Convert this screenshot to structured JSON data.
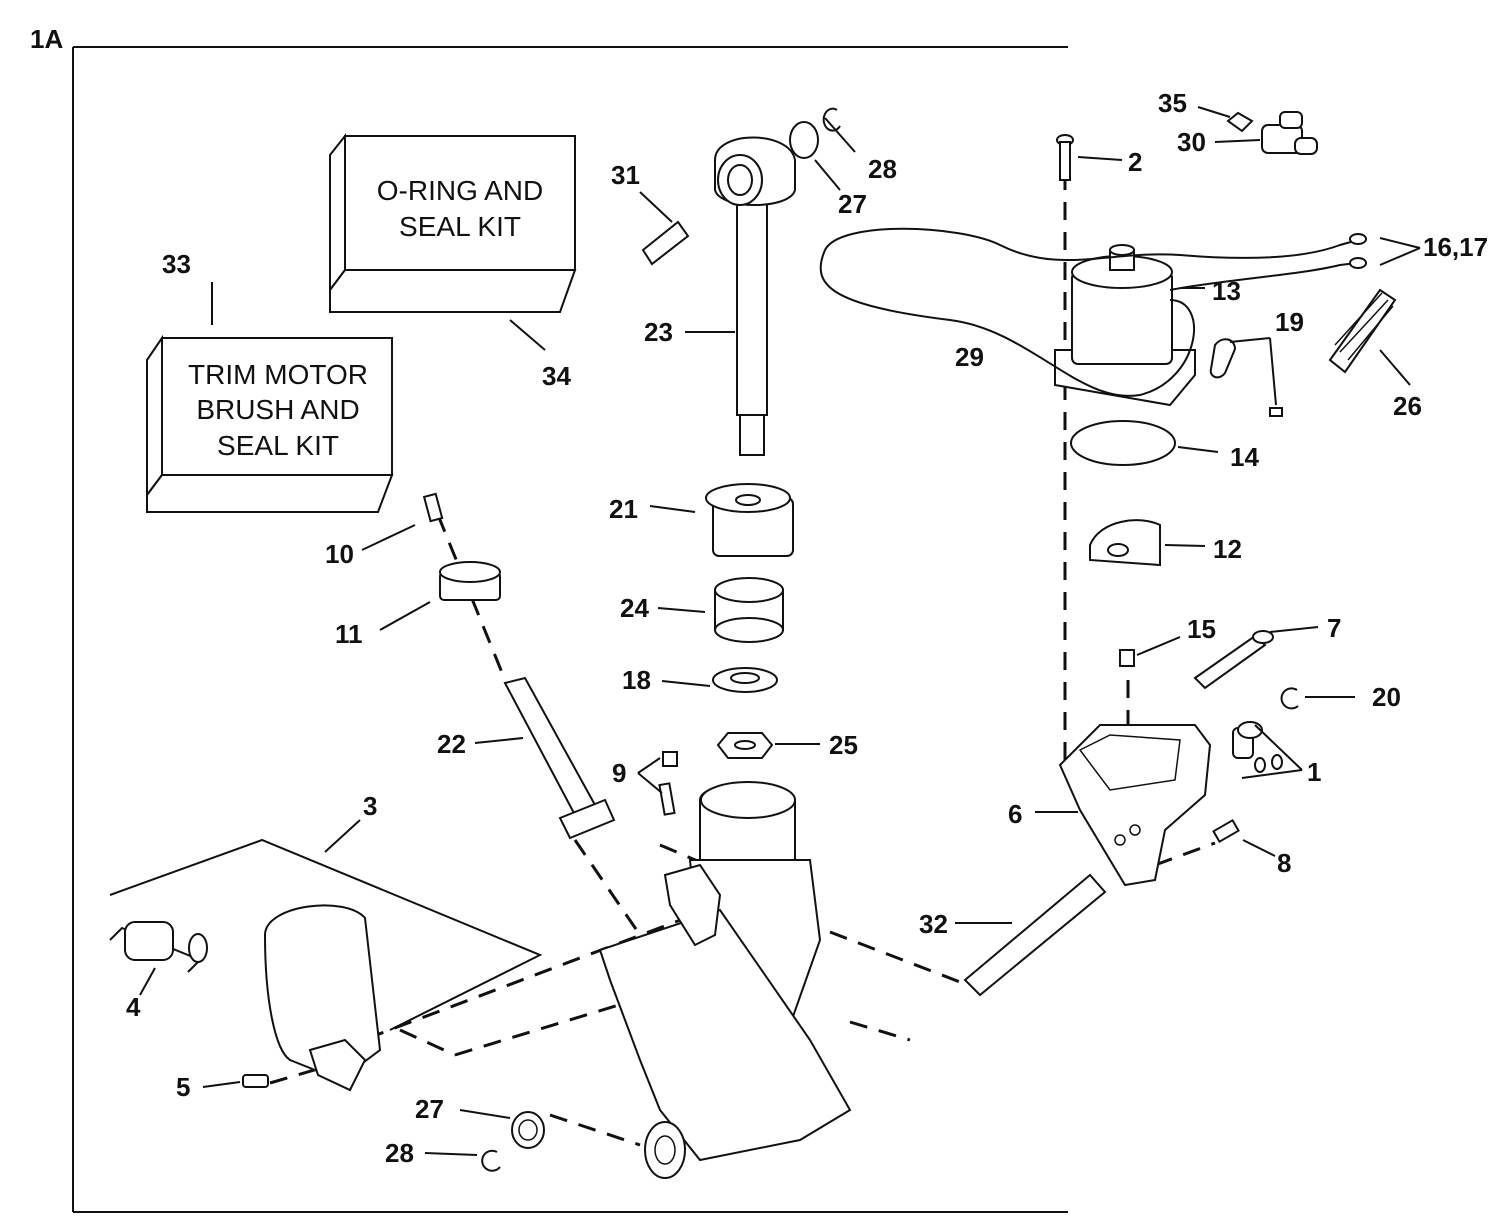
{
  "figure_id": "1A",
  "kits": {
    "oring_seal_kit": [
      "O-RING AND",
      "SEAL KIT"
    ],
    "trim_motor_kit": [
      "TRIM MOTOR",
      "BRUSH AND",
      "SEAL KIT"
    ]
  },
  "labels": {
    "l1": "1",
    "l2": "2",
    "l3": "3",
    "l4": "4",
    "l5": "5",
    "l6": "6",
    "l7": "7",
    "l8": "8",
    "l9": "9",
    "l10": "10",
    "l11": "11",
    "l12": "12",
    "l13": "13",
    "l14": "14",
    "l15": "15",
    "l1617": "16,17",
    "l18": "18",
    "l19": "19",
    "l20": "20",
    "l21": "21",
    "l22": "22",
    "l23": "23",
    "l24": "24",
    "l25": "25",
    "l26": "26",
    "l27a": "27",
    "l27b": "27",
    "l28a": "28",
    "l28b": "28",
    "l29": "29",
    "l30": "30",
    "l31": "31",
    "l32": "32",
    "l33": "33",
    "l34": "34",
    "l35": "35"
  }
}
